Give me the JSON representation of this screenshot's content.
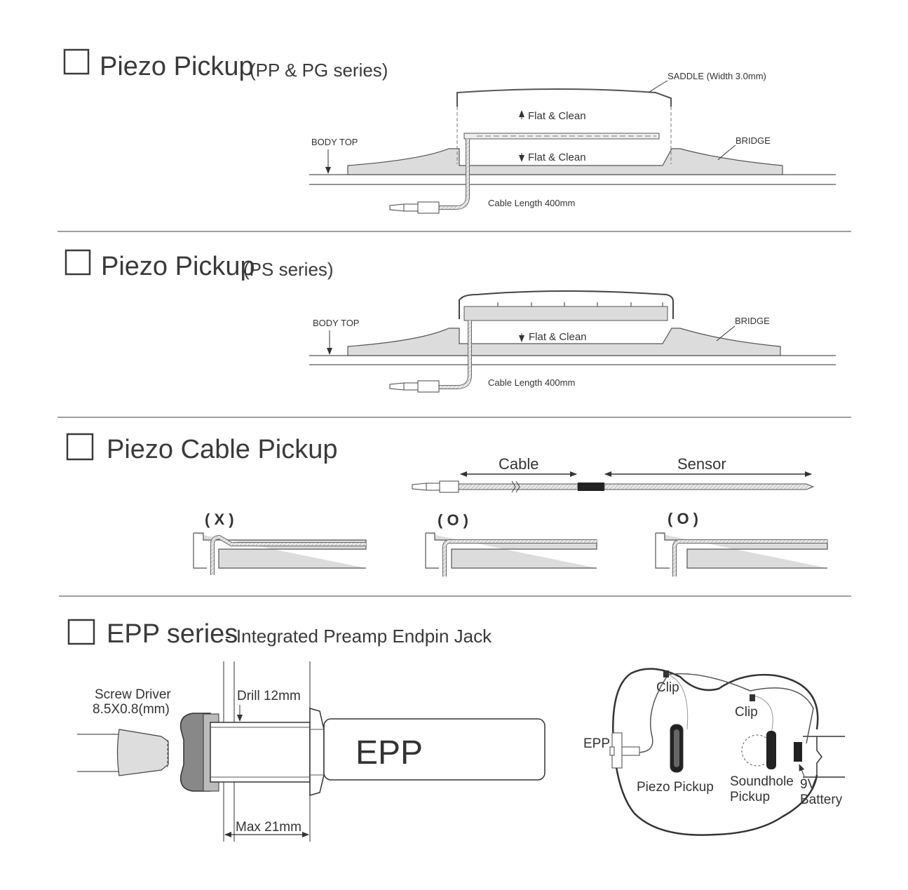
{
  "sections": [
    {
      "title": "Piezo Pickup",
      "subtitle": "(PP & PG series)",
      "labels": {
        "saddle": "SADDLE (Width 3.0mm)",
        "flat_clean_top": "Flat & Clean",
        "flat_clean_bottom": "Flat & Clean",
        "body_top": "BODY TOP",
        "bridge": "BRIDGE",
        "cable_length": "Cable Length 400mm"
      }
    },
    {
      "title": "Piezo Pickup",
      "subtitle": "(PS series)",
      "labels": {
        "body_top": "BODY TOP",
        "bridge": "BRIDGE",
        "flat_clean": "Flat & Clean",
        "cable_length": "Cable Length 400mm"
      }
    },
    {
      "title": "Piezo Cable Pickup",
      "labels": {
        "cable": "Cable",
        "sensor": "Sensor",
        "mark_1": "( X )",
        "mark_2": "( O )",
        "mark_3": "( O )"
      }
    },
    {
      "title": "EPP series",
      "subtitle": "- Integrated Preamp Endpin Jack",
      "labels": {
        "screw_driver_1": "Screw Driver",
        "screw_driver_2": "8.5X0.8(mm)",
        "drill": "Drill 12mm",
        "max": "Max 21mm",
        "epp_body": "EPP",
        "clip_1": "Clip",
        "clip_2": "Clip",
        "epp": "EPP",
        "piezo_pickup": "Piezo Pickup",
        "soundhole_1": "Soundhole",
        "soundhole_2": "Pickup",
        "battery_1": "9V",
        "battery_2": "Battery"
      }
    }
  ],
  "colors": {
    "ink": "#3a3a3a",
    "fill_gray": "#dcdcdc",
    "fill_dark": "#9a9a9a"
  }
}
